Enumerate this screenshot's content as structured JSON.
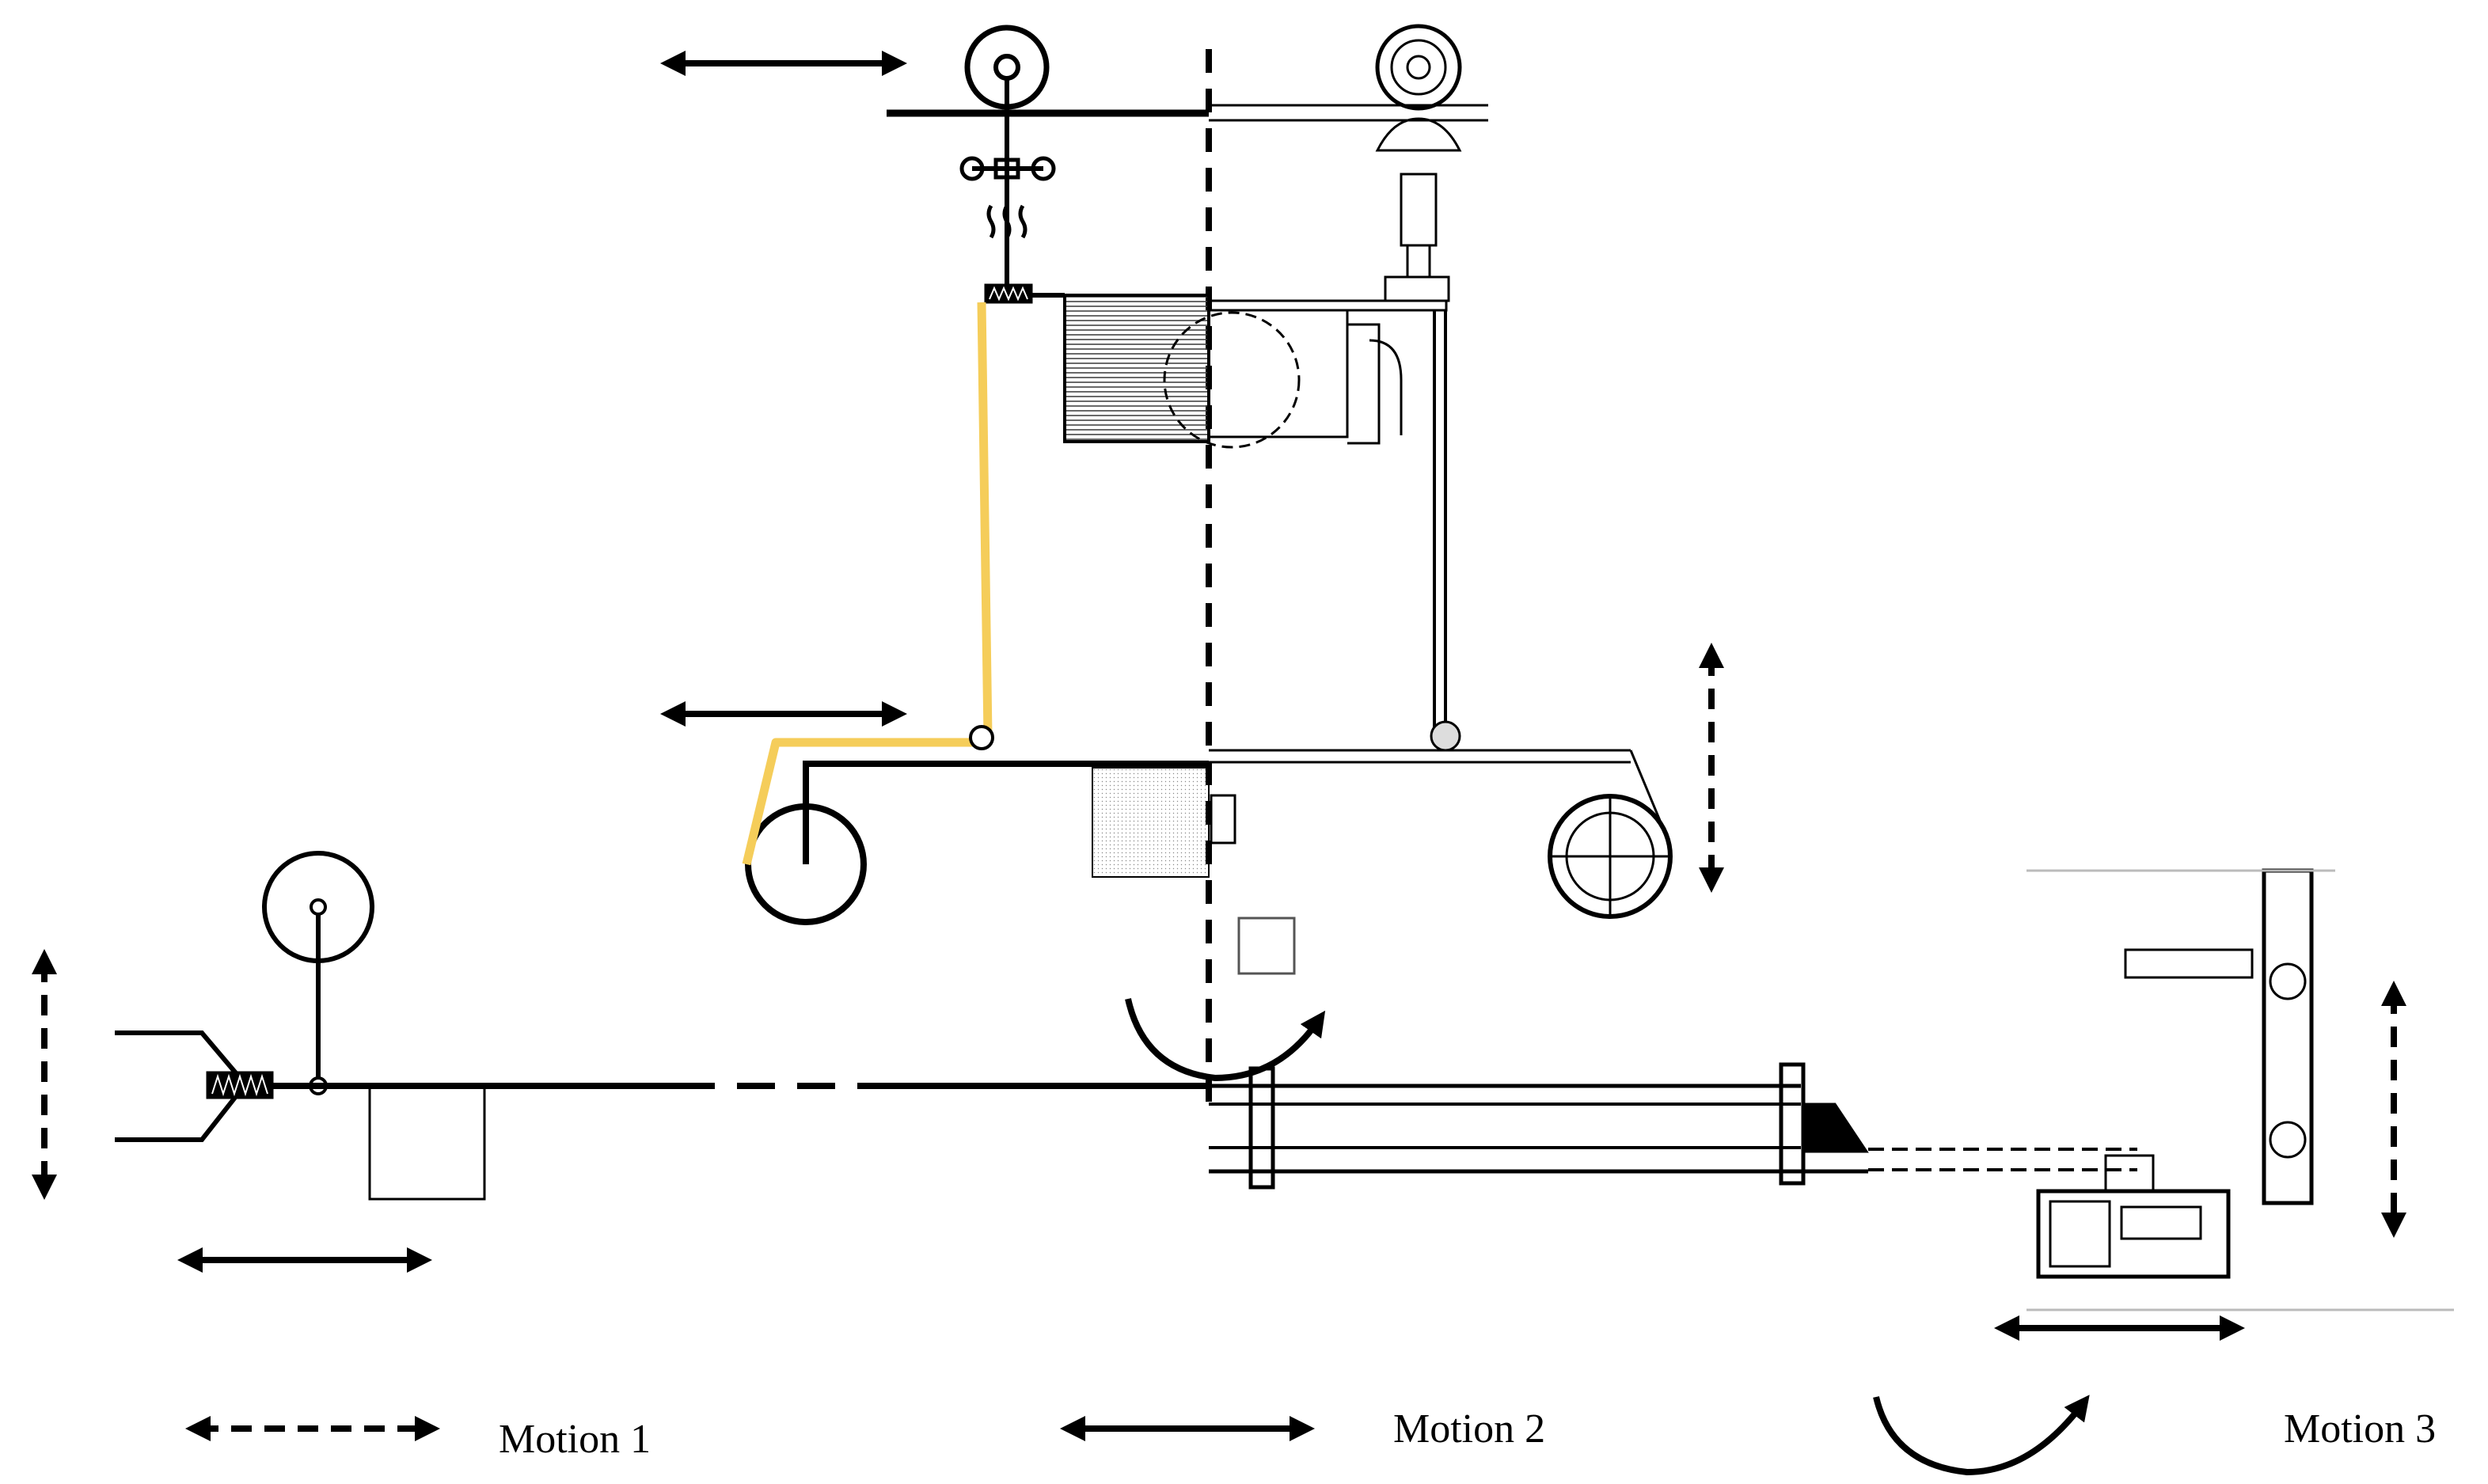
{
  "legend": {
    "motion1": "Motion 1",
    "motion2": "Motion 2",
    "motion3": "Motion 3"
  },
  "colors": {
    "line": "#000000",
    "cable": "#f5cd5a",
    "gray": "#9a9a9a"
  }
}
